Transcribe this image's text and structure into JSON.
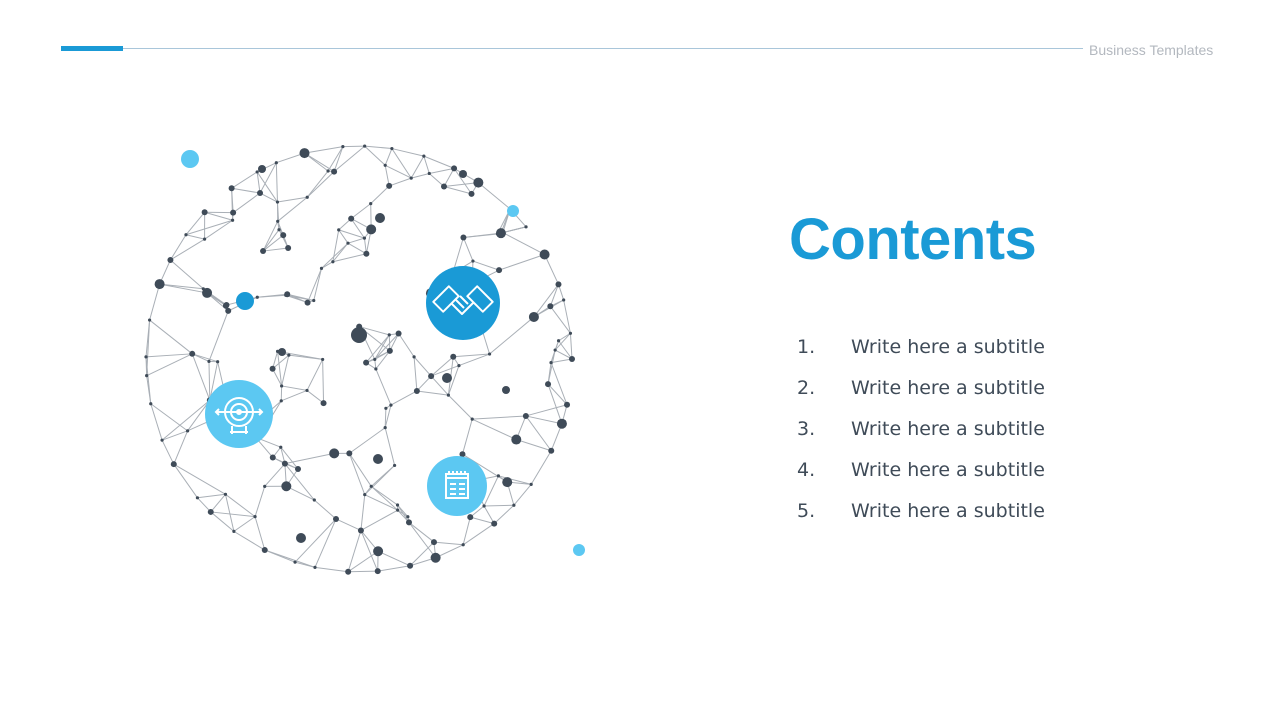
{
  "header": {
    "label": "Business Templates",
    "accent_color": "#1a9ad6"
  },
  "title": "Contents",
  "items": [
    {
      "num": "1.",
      "text": "Write here a subtitle"
    },
    {
      "num": "2.",
      "text": "Write here a subtitle"
    },
    {
      "num": "3.",
      "text": "Write here a subtitle"
    },
    {
      "num": "4.",
      "text": "Write here a subtitle"
    },
    {
      "num": "5.",
      "text": "Write here a subtitle"
    }
  ],
  "illustration": {
    "icons": [
      "handshake-icon",
      "target-icon",
      "newspaper-icon"
    ],
    "colors": {
      "primary": "#1a9ad6",
      "light": "#5cc8f2",
      "node": "#3f4b58",
      "line": "#8d959e"
    }
  }
}
